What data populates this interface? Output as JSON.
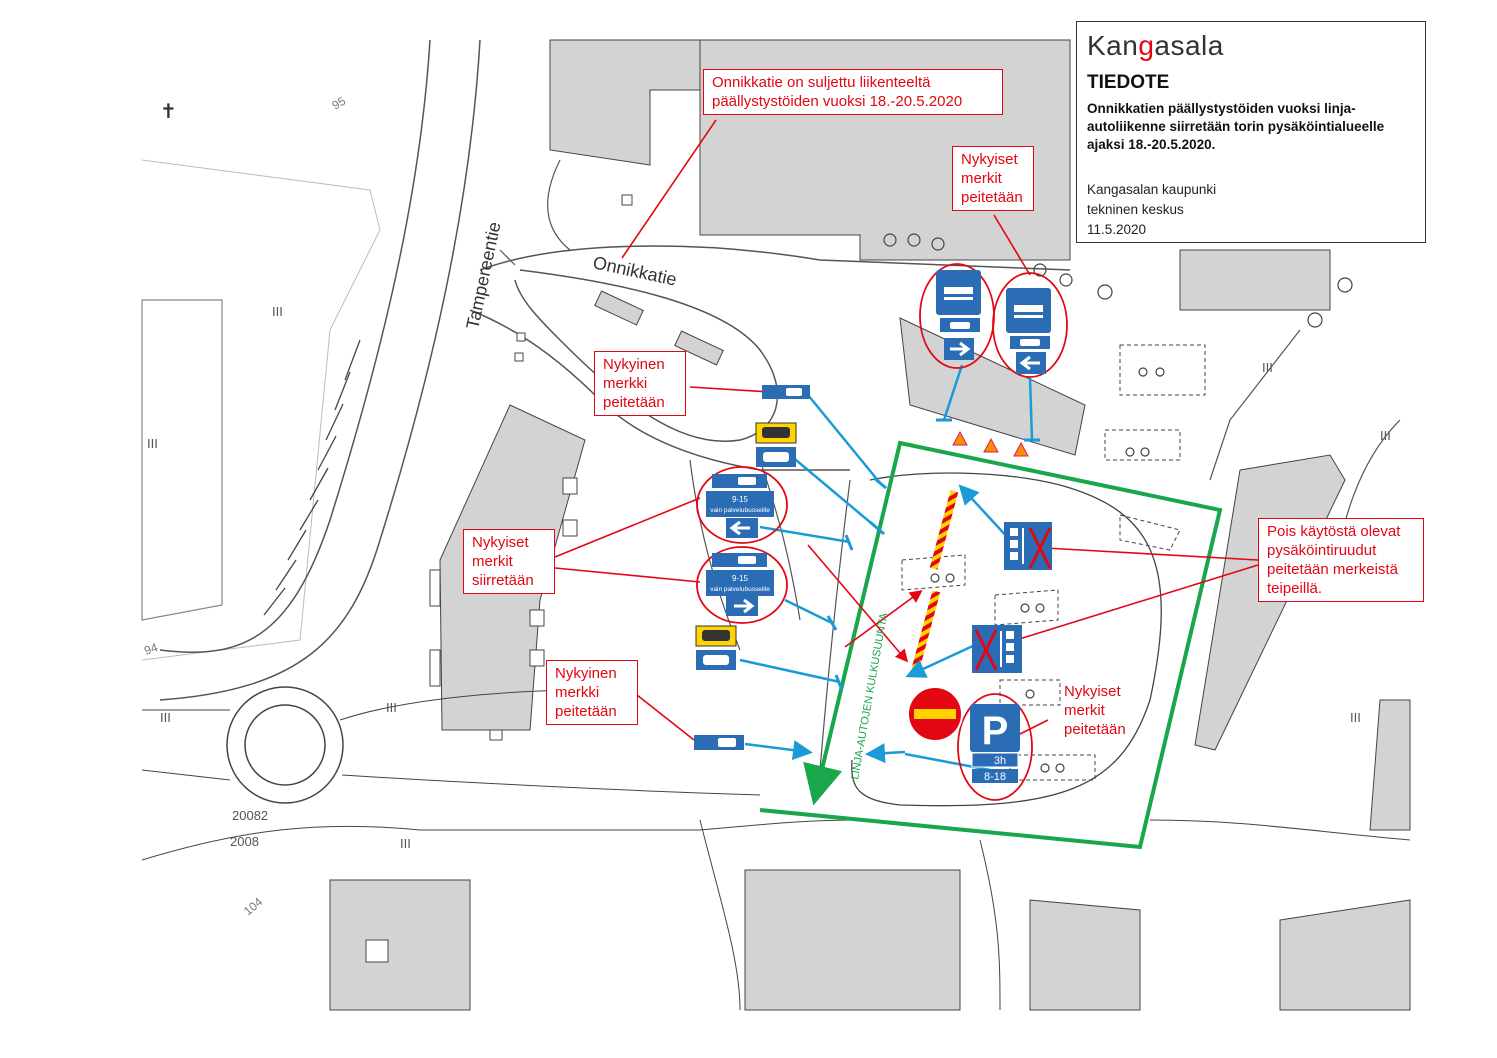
{
  "info": {
    "logo_prefix": "Kan",
    "logo_letter": "g",
    "logo_suffix": "asala",
    "heading": "TIEDOTE",
    "lead": "Onnikkatien päällystystöiden vuoksi linja-autoliikenne siirretään torin pysäköintialueelle ajaksi 18.-20.5.2020.",
    "sender_line1": "Kangasalan kaupunki",
    "sender_line2": "tekninen keskus",
    "date": "11.5.2020"
  },
  "callouts": {
    "closed_road_line1": "Onnikkatie on suljettu liikenteeltä",
    "closed_road_line2": "päällystystöiden vuoksi 18.-20.5.2020",
    "covered_top_1": "Nykyiset",
    "covered_top_2": "merkit",
    "covered_top_3": "peitetään",
    "single_covered_1": "Nykyinen",
    "single_covered_2": "merkki",
    "single_covered_3": "peitetään",
    "moved_1": "Nykyiset",
    "moved_2": "merkit",
    "moved_3": "siirretään",
    "single_covered_low_1": "Nykyinen",
    "single_covered_low_2": "merkki",
    "single_covered_low_3": "peitetään",
    "covered_mid_1": "Nykyiset",
    "covered_mid_2": "merkit",
    "covered_mid_3": "peitetään",
    "unused_1": "Pois käytöstä olevat",
    "unused_2": "pysäköintiruudut",
    "unused_3": "peitetään merkeistä",
    "unused_4": "teipeillä."
  },
  "map_labels": {
    "street_onnikkatie": "Onnikkatie",
    "street_tampereentie": "Tampereentie",
    "bus_direction": "LINJA-AUTOJEN KULKUSUUNTA",
    "elev_95": "95",
    "elev_94": "94",
    "elev_104": "104",
    "floors": "III",
    "num_20082": "20082",
    "num_2008": "2008",
    "cross": "✝"
  },
  "signs": {
    "timed": "9-15",
    "service_only": "vain palvelubusseille",
    "parking_p": "P",
    "parking_duration": "3h",
    "parking_hours": "8-18"
  },
  "colors": {
    "callout_red": "#e30613",
    "route_green": "#1aa64a",
    "pointer_blue": "#1a9ad6",
    "sign_blue": "#2a6db5",
    "building_gray": "#d3d3d3"
  }
}
